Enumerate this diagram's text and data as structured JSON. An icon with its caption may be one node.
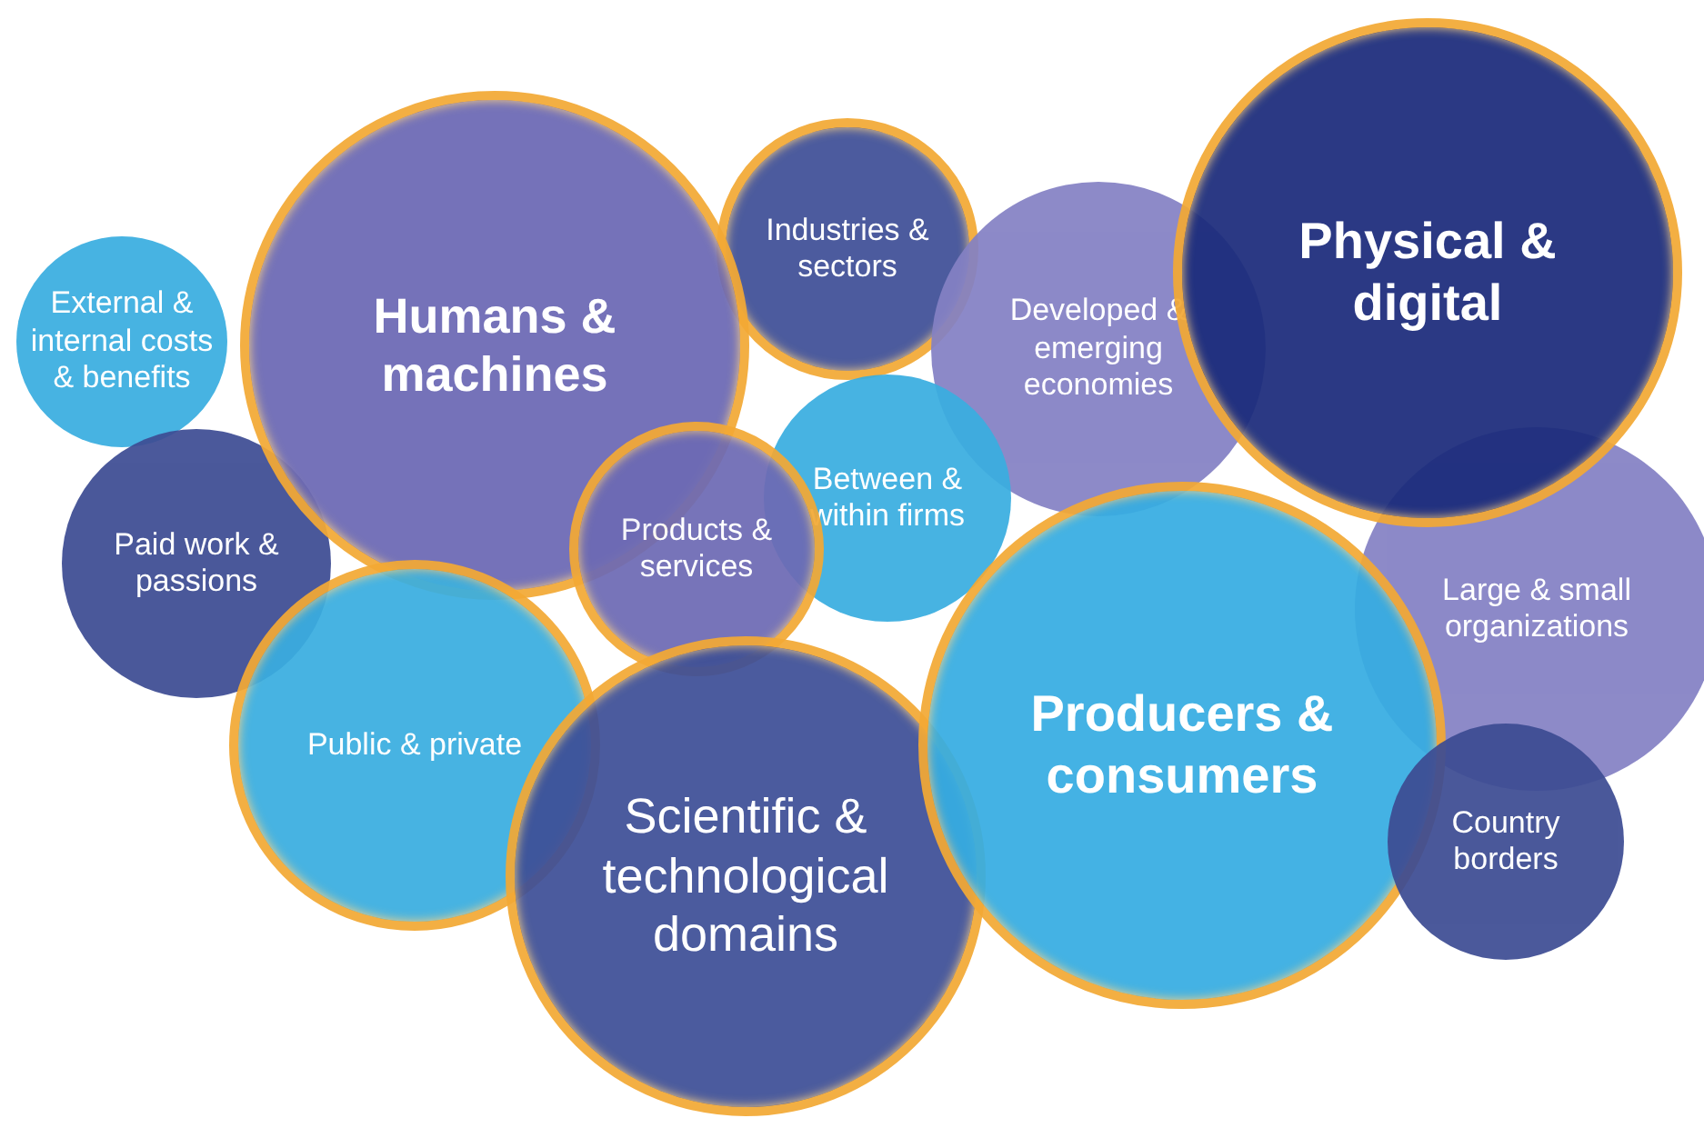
{
  "diagram": {
    "nodes": [
      {
        "text": [
          "External & internal costs & benefits"
        ]
      },
      {
        "text": [
          "Humans & machines"
        ]
      },
      {
        "text": [
          "Industries & sectors"
        ]
      },
      {
        "text": [
          "Developed & emerging economies"
        ]
      },
      {
        "text": [
          "Physical & digital"
        ]
      },
      {
        "text": [
          "Paid work & passions"
        ]
      },
      {
        "text": [
          "Products & services"
        ]
      },
      {
        "text": [
          "Between & within firms"
        ]
      },
      {
        "text": [
          "Large & small organizations"
        ]
      },
      {
        "text": [
          "Public & private"
        ]
      },
      {
        "text": [
          "Producers & consumers"
        ]
      },
      {
        "text": [
          "Scientific & technological domains"
        ]
      },
      {
        "text": [
          "Country borders"
        ]
      }
    ]
  }
}
